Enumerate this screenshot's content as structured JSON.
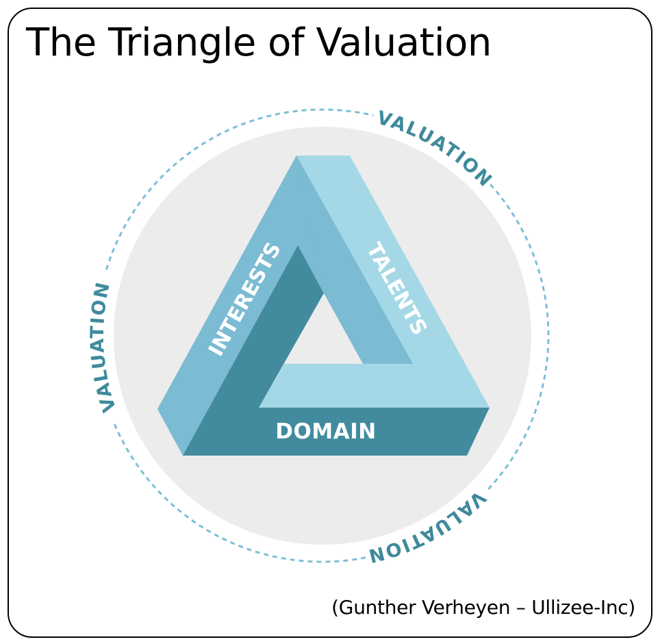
{
  "title": "The Triangle of Valuation",
  "credit": "(Gunther Verheyen – Ullizee-Inc)",
  "diagram": {
    "type": "penrose-triangle",
    "sides": {
      "left": "INTERESTS",
      "right": "TALENTS",
      "bottom": "DOMAIN"
    },
    "ring_labels": [
      "VALUATION",
      "VALUATION",
      "VALUATION"
    ],
    "colors": {
      "light": "#a5d8e6",
      "medium": "#7bbbd3",
      "dark": "#428b9e",
      "background_circle": "#ececec",
      "ring_dashes": "#7bbfd6",
      "ring_text": "#3f8a9c",
      "label_text": "#ffffff"
    }
  }
}
